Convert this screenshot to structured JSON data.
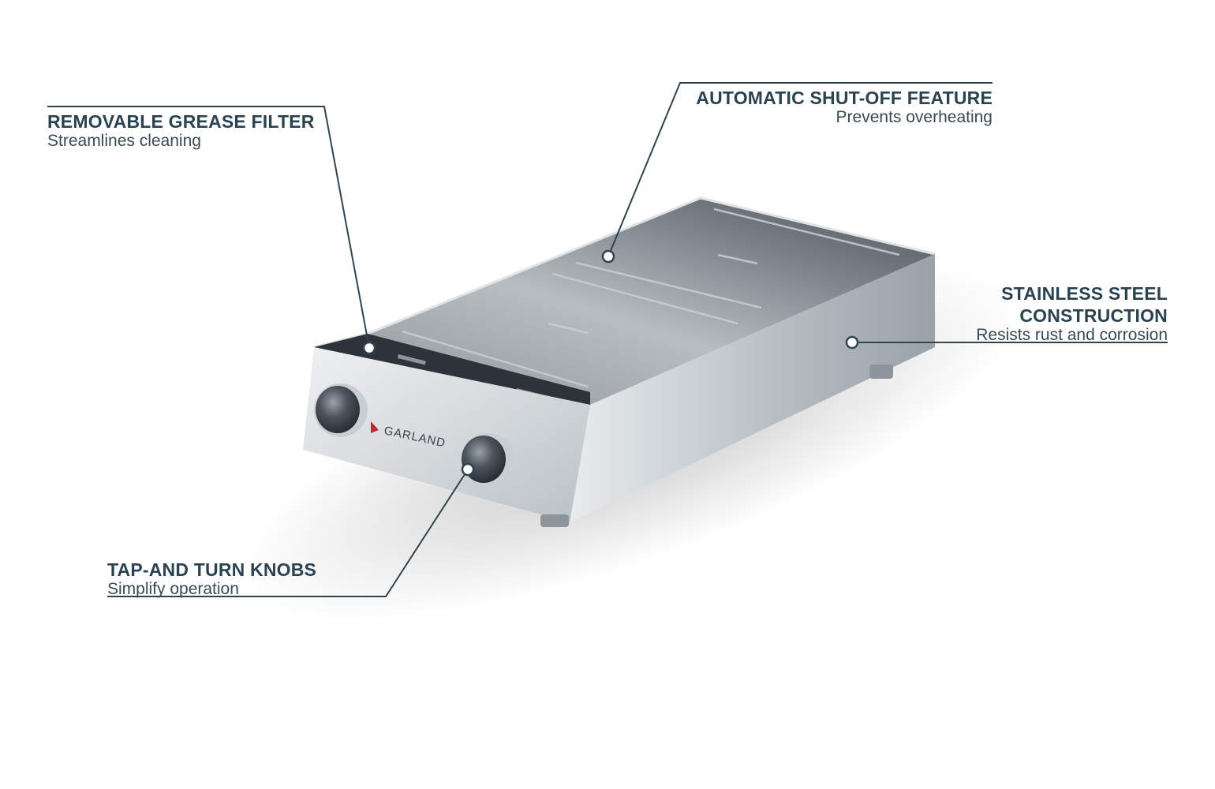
{
  "callouts": {
    "grease_filter": {
      "title": "REMOVABLE GREASE FILTER",
      "subtitle": "Streamlines cleaning"
    },
    "shut_off": {
      "title": "AUTOMATIC SHUT-OFF FEATURE",
      "subtitle": "Prevents overheating"
    },
    "stainless": {
      "title": "STAINLESS STEEL CONSTRUCTION",
      "subtitle": "Resists rust and corrosion"
    },
    "knobs": {
      "title": "TAP-AND TURN KNOBS",
      "subtitle": "Simplify operation"
    }
  },
  "product": {
    "brand_logo_text": "GARLAND"
  },
  "colors": {
    "callout_line": "#2f4450",
    "title_text": "#2b4250",
    "subtitle_text": "#3a4a52"
  }
}
